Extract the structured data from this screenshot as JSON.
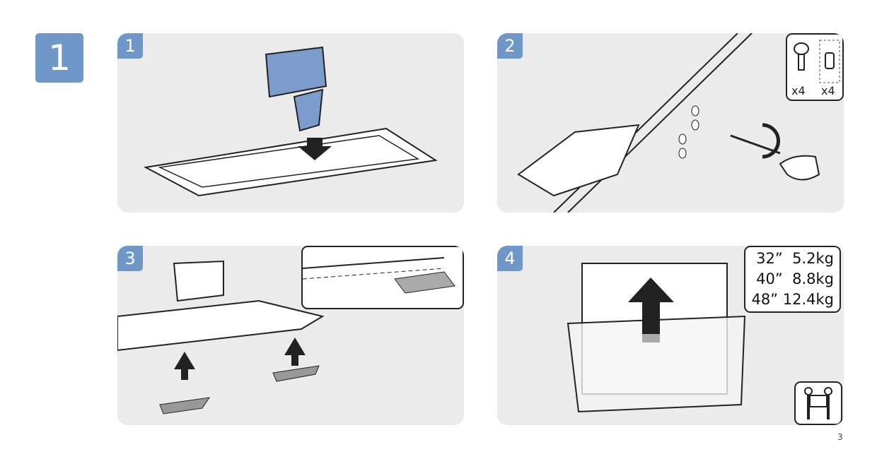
{
  "step_number": "1",
  "panels": [
    {
      "number": "1"
    },
    {
      "number": "2",
      "screw_count": "x4",
      "spacer_count": "x4"
    },
    {
      "number": "3"
    },
    {
      "number": "4",
      "weights": [
        {
          "size": "32”",
          "weight": "5.2kg"
        },
        {
          "size": "40”",
          "weight": "8.8kg"
        },
        {
          "size": "48”",
          "weight": "12.4kg"
        }
      ]
    }
  ],
  "page_number": "3",
  "colors": {
    "accent": "#6f97c8",
    "panel": "#ebebeb"
  }
}
